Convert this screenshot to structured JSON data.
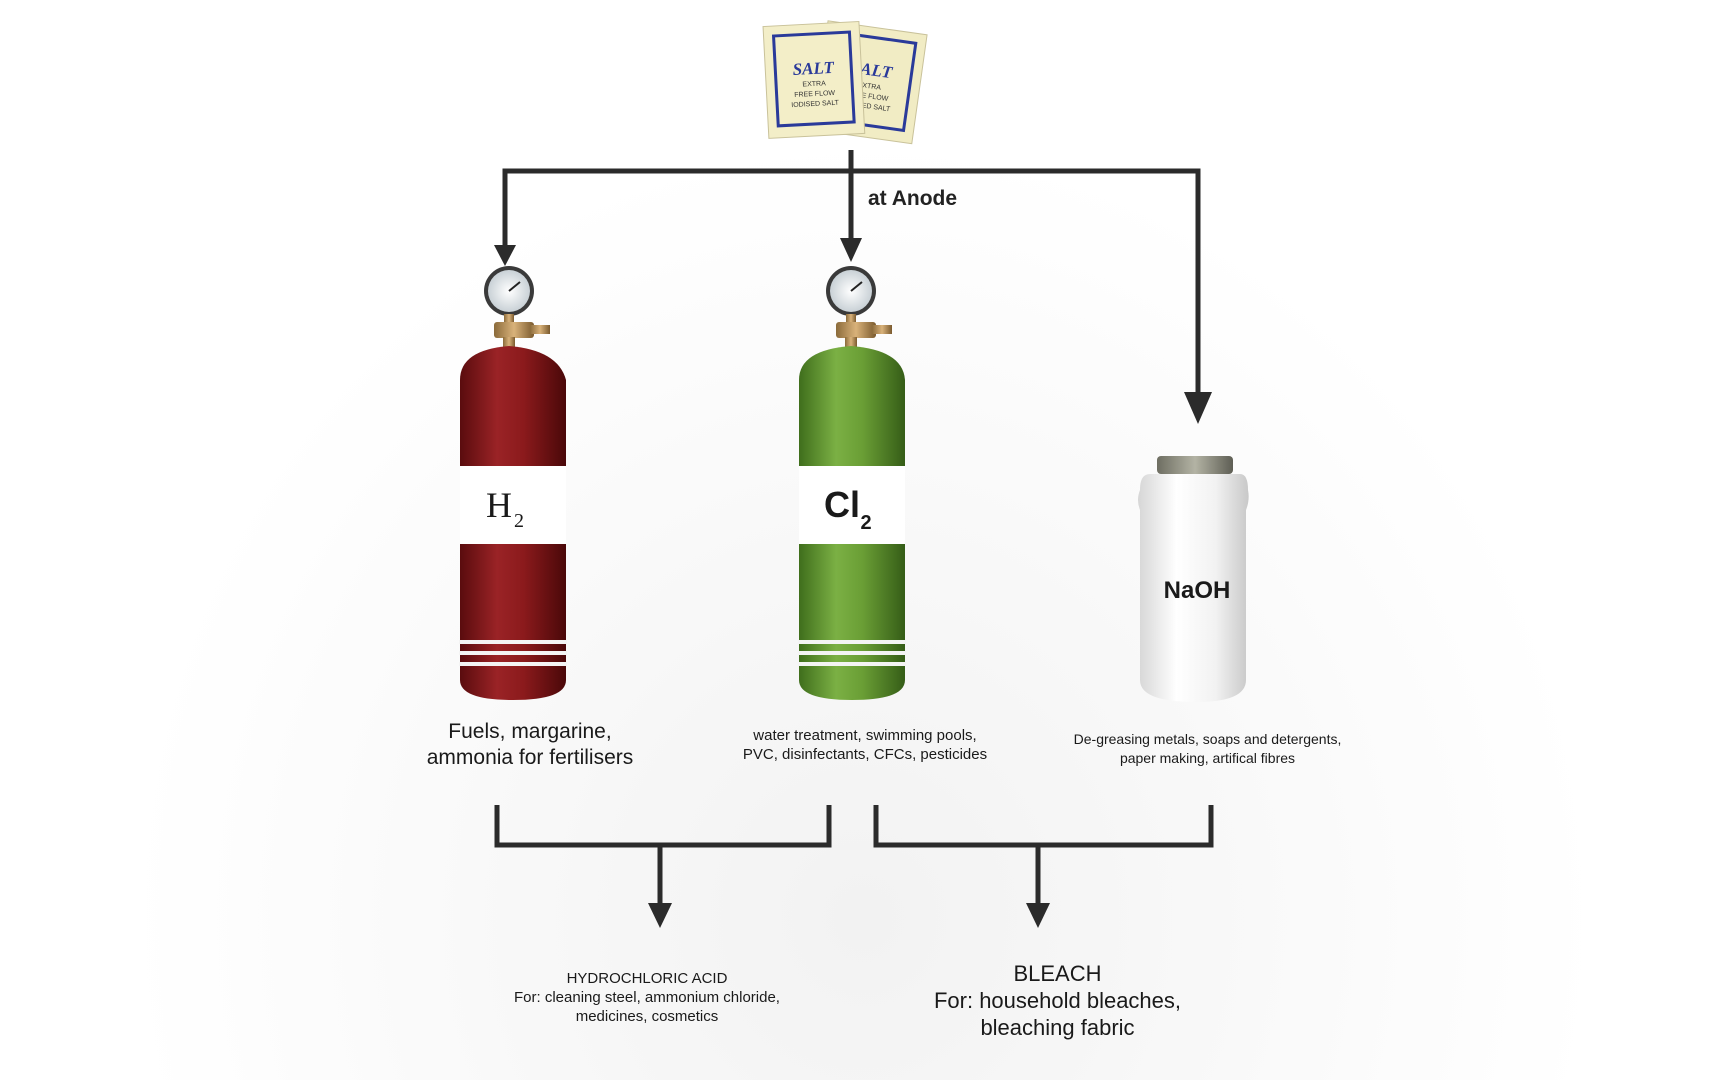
{
  "source": {
    "packet_front": [
      "SALT",
      "EXTRA",
      "FREE FLOW",
      "IODISED SALT"
    ],
    "packet_back": [
      "SALT",
      "EXTRA",
      "FREE FLOW",
      "IODISED SALT"
    ]
  },
  "flow": {
    "anode_label": "at Anode"
  },
  "products": {
    "h2": {
      "symbol": "H",
      "subscript": "2",
      "color": "#8b1a1c",
      "uses": [
        "Fuels, margarine,",
        "ammonia for fertilisers"
      ]
    },
    "cl2": {
      "symbol": "Cl",
      "subscript": "2",
      "color": "#6a9e35",
      "uses": [
        "water treatment, swimming pools,",
        "PVC, disinfectants, CFCs, pesticides"
      ]
    },
    "naoh": {
      "label": "NaOH",
      "color": "#f4f4f4",
      "uses": [
        "De-greasing metals, soaps and detergents,",
        "paper making, artifical fibres"
      ]
    }
  },
  "combined": {
    "hcl": {
      "title": "HYDROCHLORIC ACID",
      "lines": [
        "For: cleaning steel, ammonium chloride,",
        "medicines, cosmetics"
      ]
    },
    "bleach": {
      "title": "BLEACH",
      "lines": [
        "For: household bleaches,",
        "bleaching fabric"
      ]
    }
  },
  "colors": {
    "arrow": "#2b2b2b",
    "packet": "#f1ecc4",
    "packet_border": "#2a3a9a"
  }
}
